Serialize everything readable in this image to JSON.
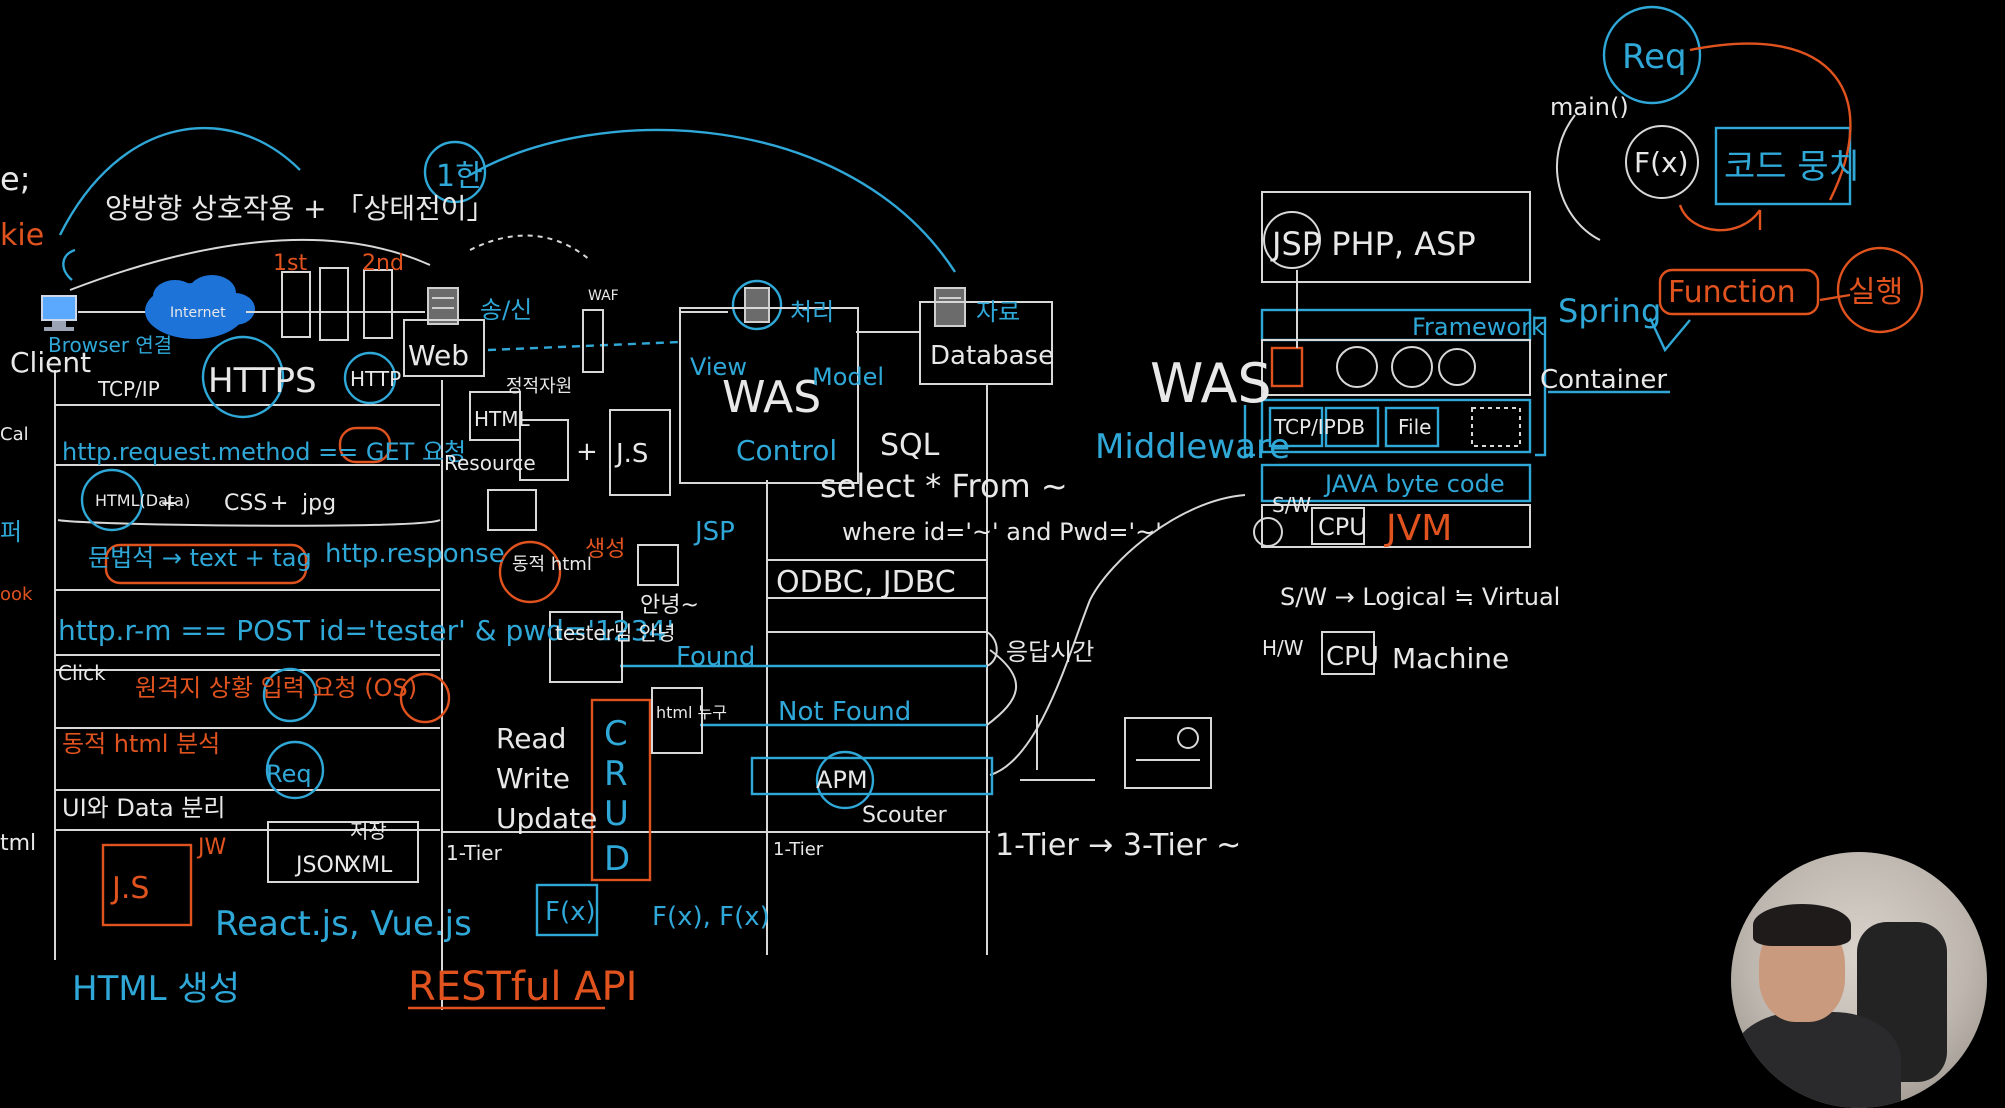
{
  "texts": {
    "bidirectional": "양방향 상호작용 + 「상태전이」",
    "limit": "1한",
    "first": "1st",
    "second": "2nd",
    "client": "Client",
    "browser": "Browser 연결",
    "internet": "Internet",
    "tcpip": "TCP/IP",
    "https": "HTTPS",
    "http": "HTTP",
    "web": "Web",
    "send_recv": "송/신",
    "waf": "WAF",
    "view": "View",
    "was_center": "WAS",
    "model": "Model",
    "control": "Control",
    "processing": "처리",
    "data_storage": "자료",
    "database": "Database",
    "http_request": "http.request.method == GET 요청",
    "html_data": "HTML(Data)",
    "css": "CSS",
    "jpg": "jpg",
    "parse": "문법석 → text + tag",
    "http_response": "http.response",
    "static_res": "정적자원",
    "resource": "Resource",
    "html": "HTML",
    "js": "J.S",
    "sql": "SQL",
    "select": "select * From ~",
    "where": "where id='~' and Pwd='~'",
    "jsp": "JSP",
    "create": "생성",
    "dynamic": "동적 html",
    "hello": "안녕~",
    "odbc": "ODBC, JDBC",
    "post": "http.r-m == POST id='tester' & pwd='1234'",
    "tester_hello": "tester님 안녕",
    "found": "Found",
    "response_time": "응답시간",
    "click": "Click",
    "click_row": "원격지 상황 입력 요청 (OS)",
    "not_found": "Not Found",
    "html_num": "html 누구",
    "dynamic_parse": "동적 html 분석",
    "req": "Req",
    "read": "Read",
    "write": "Write",
    "update": "Update",
    "c": "C",
    "r": "R",
    "u": "U",
    "d": "D",
    "apm": "APM",
    "scouter": "Scouter",
    "ui_data": "UI와 Data 분리",
    "jw": "JW",
    "json": "JSON",
    "xml": "XML",
    "storage": "저장",
    "tier1_a": "1-Tier",
    "tier1_b": "1-Tier",
    "tier_arrow": "1-Tier → 3-Tier ~",
    "js2": "J.S",
    "frameworks": "React.js, Vue.js",
    "fx": "F(x)",
    "fxs": "F(x), F(x)",
    "html_gen": "HTML 생성",
    "restful": "RESTful API",
    "jsp_php_asp": "JSP PHP, ASP",
    "was_right": "WAS",
    "middleware": "Middleware",
    "framework": "Framework",
    "spring": "Spring",
    "container": "Container",
    "tcpip2": "TCP/IP",
    "db": "DB",
    "file": "File",
    "java_bytecode": "JAVA byte code",
    "sw": "S/W",
    "cpu": "CPU",
    "jvm": "JVM",
    "sw_logical": "S/W → Logical ≒ Virtual",
    "hw": "H/W",
    "cpu2": "CPU",
    "machine": "Machine",
    "req_top": "Req",
    "main": "main()",
    "fx_top": "F(x)",
    "code_bundle": "코드 뭉치",
    "function": "Function",
    "execute": "실행",
    "left_e": "e;",
    "left_kie": "kie",
    "left_cook": "ook",
    "left_html": "tml",
    "left_red": "퍼",
    "left_cal": "Cal"
  },
  "colors": {
    "chalk_white": "#e8e8e8",
    "chalk_blue": "#2fa8d8",
    "chalk_orange": "#e0531f",
    "internet_cloud": "#1e73d8"
  },
  "icons": {
    "client": "monitor-icon",
    "web": "server-icon",
    "was": "server-icon",
    "database": "server-icon",
    "internet": "cloud-icon"
  }
}
